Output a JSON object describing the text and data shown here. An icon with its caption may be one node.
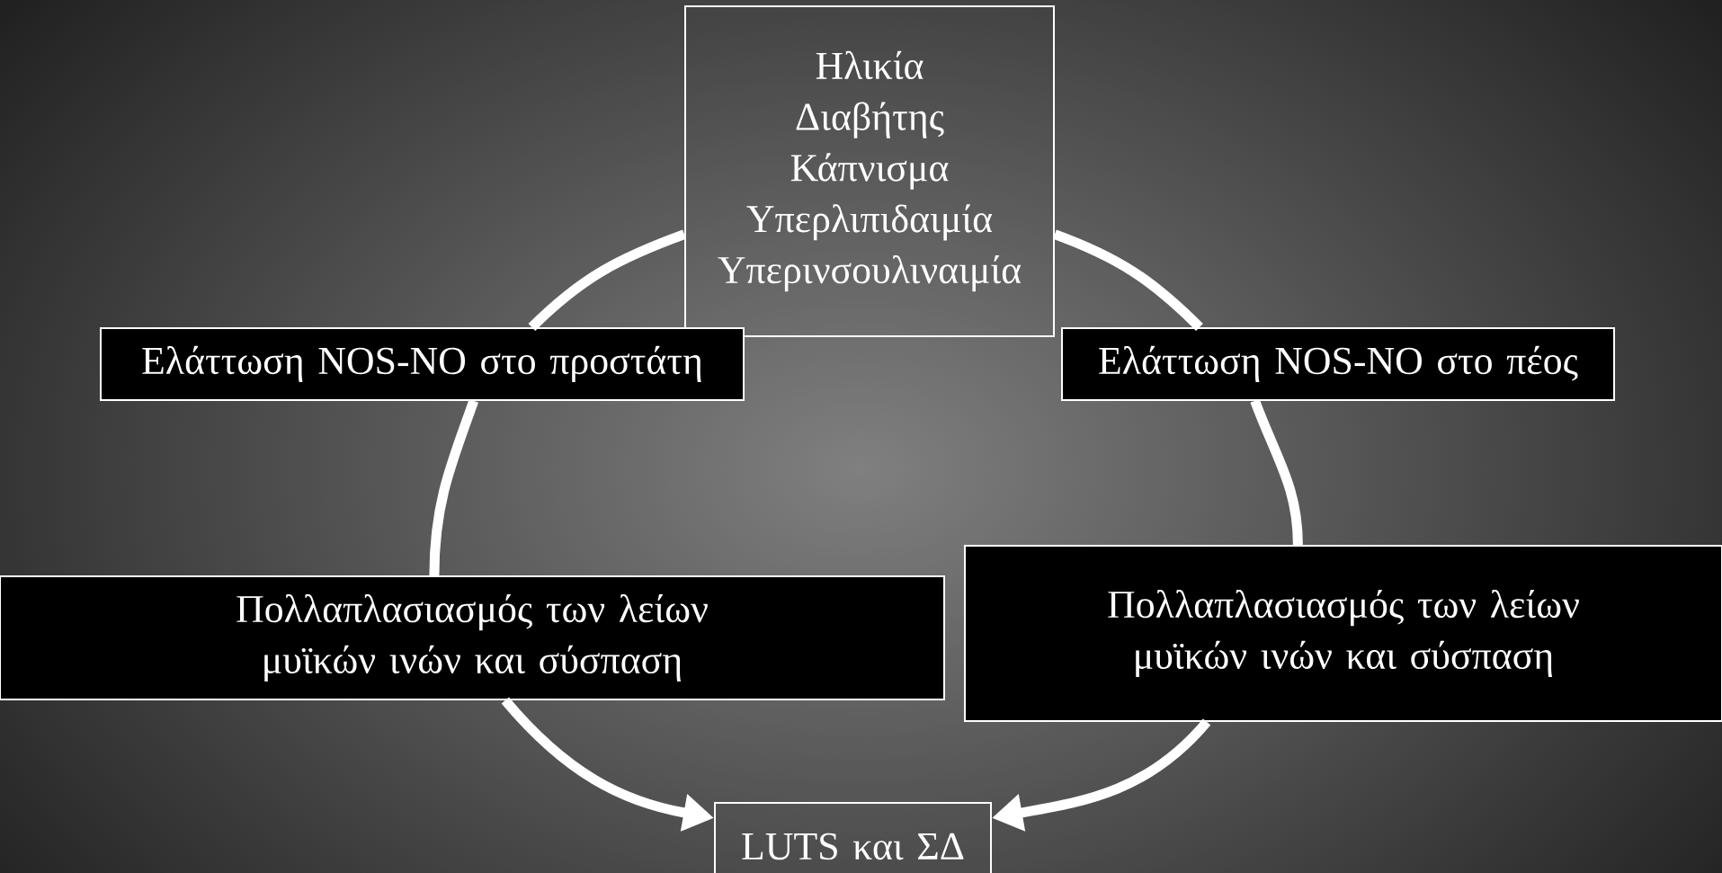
{
  "diagram": {
    "nodes": [
      {
        "text": [
          "Ηλικία",
          "Διαβήτης",
          "Κάπνισμα",
          "Υπερλιπιδαιμία",
          "Υπερινσουλιναιμία"
        ]
      },
      {
        "text": [
          "Ελάττωση NOS-NO στο προστάτη"
        ]
      },
      {
        "text": [
          "Ελάττωση NOS-NO στο πέος"
        ]
      },
      {
        "text": [
          "Πολλαπλασιασμός των λείων μυϊκών ινών και σύσπαση"
        ]
      },
      {
        "text": [
          "Πολλαπλασιασμός των λείων μυϊκών ινών και σύσπαση"
        ]
      },
      {
        "text": [
          "LUTS και ΣΔ"
        ]
      }
    ],
    "edges": [
      {
        "from": 0,
        "to": 1,
        "arrow": "none"
      },
      {
        "from": 1,
        "to": 3,
        "arrow": "none"
      },
      {
        "from": 3,
        "to": 5,
        "arrow": "to"
      },
      {
        "from": 0,
        "to": 2,
        "arrow": "none"
      },
      {
        "from": 2,
        "to": 4,
        "arrow": "none"
      },
      {
        "from": 4,
        "to": 5,
        "arrow": "to"
      }
    ]
  }
}
